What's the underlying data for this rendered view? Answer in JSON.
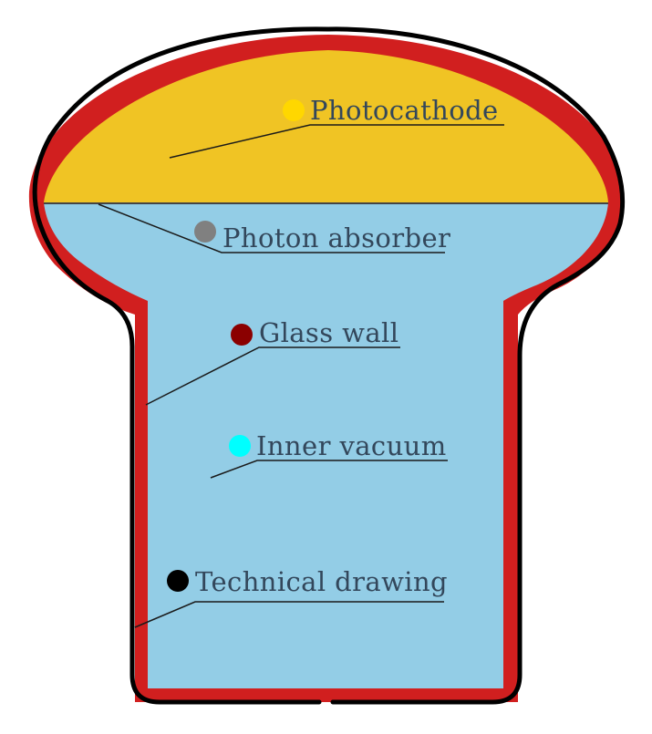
{
  "diagram": {
    "colors": {
      "photocathode": "#f0c424",
      "vacuum": "#93cde6",
      "glass_wall": "#d11f1f",
      "outline": "#000000",
      "label_text": "#33475b"
    },
    "labels": [
      {
        "id": "photocathode",
        "text": "Photocathode",
        "marker_color": "#ffd700"
      },
      {
        "id": "photon-absorber",
        "text": "Photon absorber",
        "marker_color": "#808080"
      },
      {
        "id": "glass-wall",
        "text": "Glass wall",
        "marker_color": "#8b0000"
      },
      {
        "id": "inner-vacuum",
        "text": "Inner vacuum",
        "marker_color": "#00ffff"
      },
      {
        "id": "technical-drawing",
        "text": "Technical drawing",
        "marker_color": "#000000"
      }
    ]
  }
}
